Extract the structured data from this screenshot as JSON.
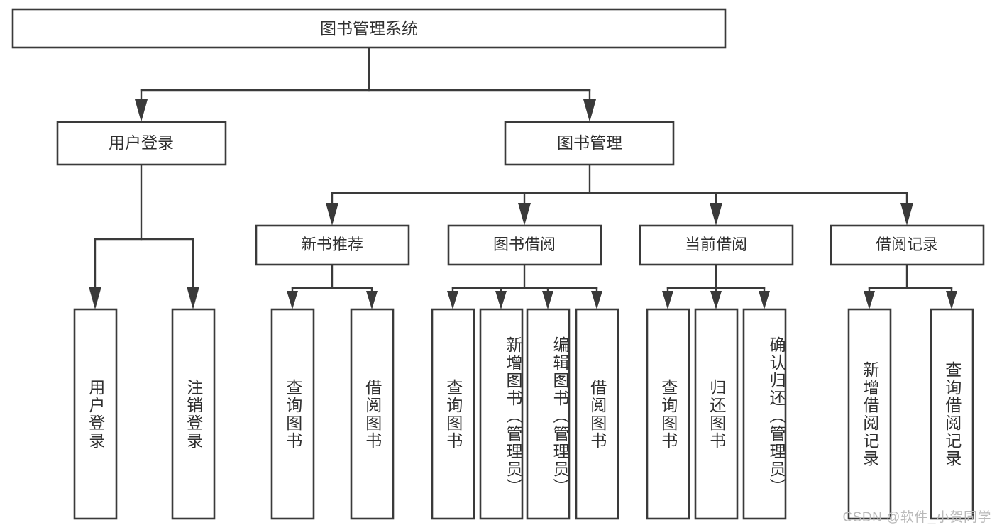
{
  "diagram": {
    "type": "tree",
    "title": "图书管理系统",
    "watermark": "CSDN @软件_小贺同学",
    "colors": {
      "box_stroke": "#3a3a3a",
      "box_fill": "#ffffff",
      "text": "#2f2f2f",
      "connector": "#3a3a3a",
      "watermark": "#b9b9b9",
      "background": "#ffffff"
    },
    "root": {
      "id": "root",
      "label": "图书管理系统",
      "orientation": "horizontal"
    },
    "level2": [
      {
        "id": "user-login",
        "label": "用户登录",
        "orientation": "horizontal"
      },
      {
        "id": "book-management",
        "label": "图书管理",
        "orientation": "horizontal"
      }
    ],
    "level3": [
      {
        "id": "new-book-recommend",
        "label": "新书推荐",
        "parent": "book-management",
        "orientation": "horizontal"
      },
      {
        "id": "book-borrow",
        "label": "图书借阅",
        "parent": "book-management",
        "orientation": "horizontal"
      },
      {
        "id": "current-borrow",
        "label": "当前借阅",
        "parent": "book-management",
        "orientation": "horizontal"
      },
      {
        "id": "borrow-record",
        "label": "借阅记录",
        "parent": "book-management",
        "orientation": "horizontal"
      }
    ],
    "leaves": [
      {
        "id": "leaf-user-login",
        "label": "用户登录",
        "parent": "user-login",
        "orientation": "vertical"
      },
      {
        "id": "leaf-logout",
        "label": "注销登录",
        "parent": "user-login",
        "orientation": "vertical"
      },
      {
        "id": "leaf-query-book-recommend",
        "label": "查询图书",
        "parent": "new-book-recommend",
        "orientation": "vertical"
      },
      {
        "id": "leaf-borrow-book-recommend",
        "label": "借阅图书",
        "parent": "new-book-recommend",
        "orientation": "vertical"
      },
      {
        "id": "leaf-query-book-borrow",
        "label": "查询图书",
        "parent": "book-borrow",
        "orientation": "vertical"
      },
      {
        "id": "leaf-add-book",
        "label": "新增图书（管理员）",
        "parent": "book-borrow",
        "orientation": "vertical"
      },
      {
        "id": "leaf-edit-book",
        "label": "编辑图书（管理员）",
        "parent": "book-borrow",
        "orientation": "vertical"
      },
      {
        "id": "leaf-borrow-book",
        "label": "借阅图书",
        "parent": "book-borrow",
        "orientation": "vertical"
      },
      {
        "id": "leaf-query-book-current",
        "label": "查询图书",
        "parent": "current-borrow",
        "orientation": "vertical"
      },
      {
        "id": "leaf-return-book",
        "label": "归还图书",
        "parent": "current-borrow",
        "orientation": "vertical"
      },
      {
        "id": "leaf-confirm-return",
        "label": "确认归还（管理员）",
        "parent": "current-borrow",
        "orientation": "vertical"
      },
      {
        "id": "leaf-add-record",
        "label": "新增借阅记录",
        "parent": "borrow-record",
        "orientation": "vertical"
      },
      {
        "id": "leaf-query-record",
        "label": "查询借阅记录",
        "parent": "borrow-record",
        "orientation": "vertical"
      }
    ]
  }
}
